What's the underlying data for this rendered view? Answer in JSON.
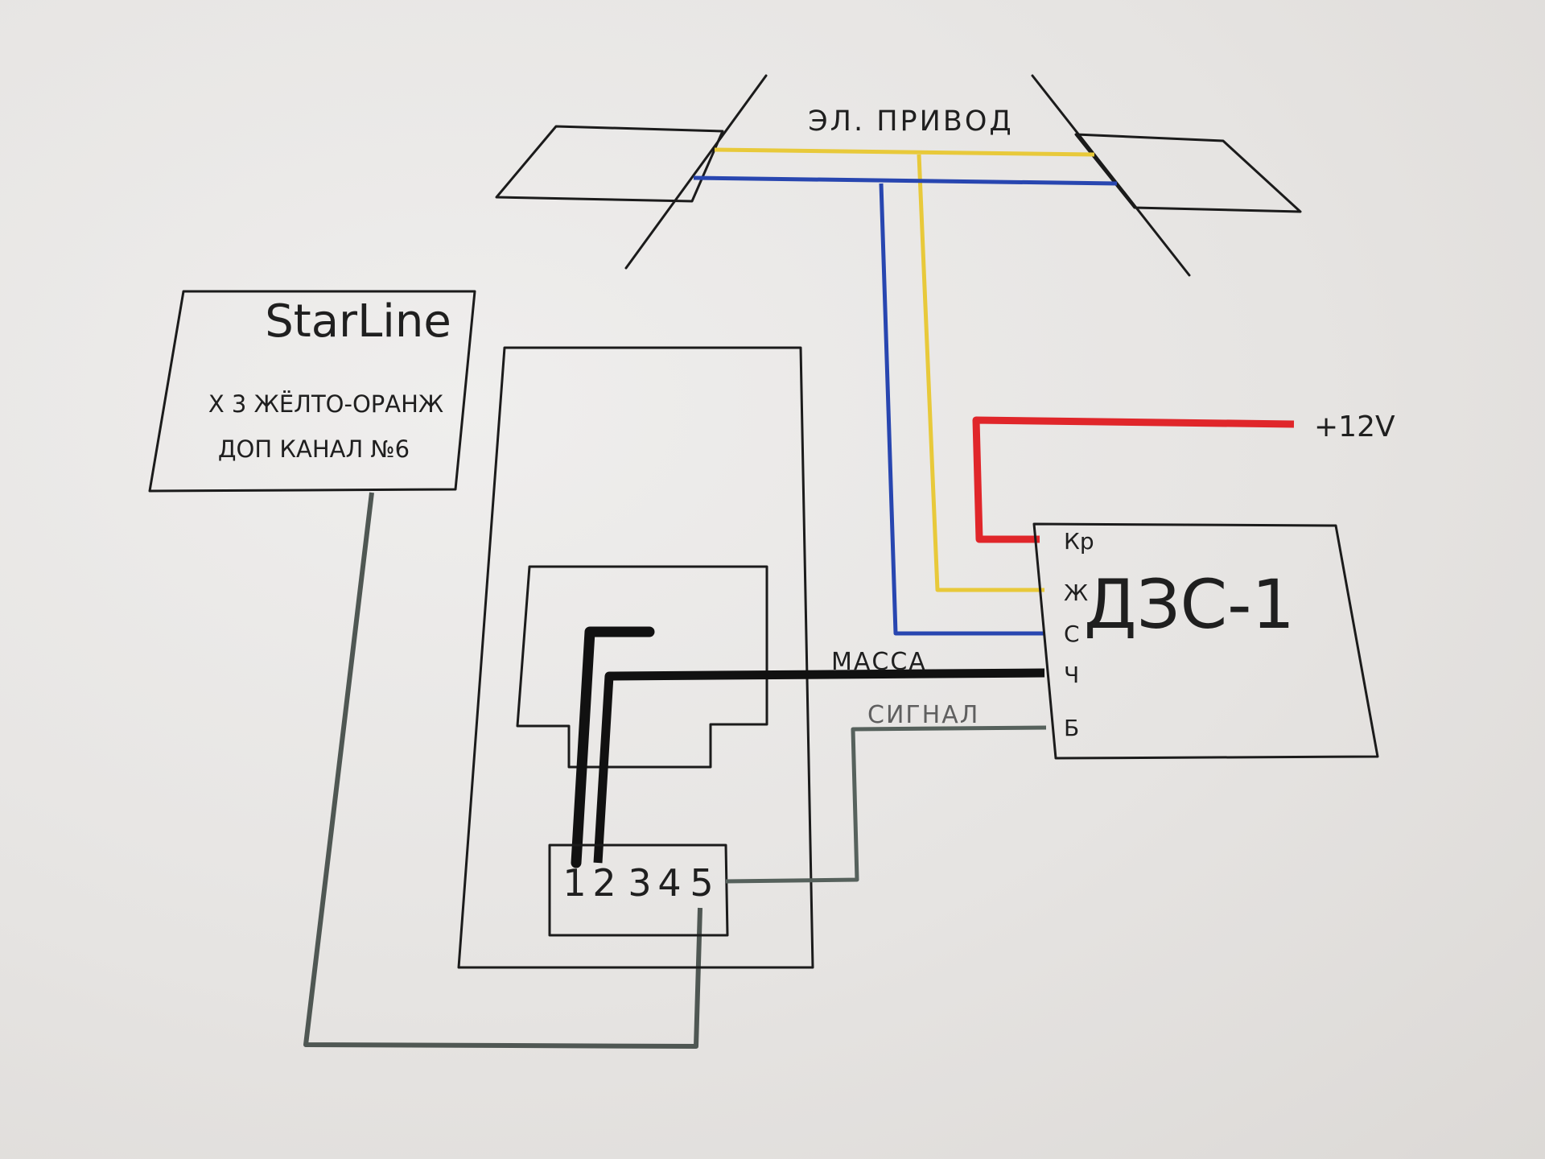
{
  "actuator": {
    "label": "ЭЛ. ПРИВОД"
  },
  "starline": {
    "title": "StarLine",
    "line1": "X 3 ЖЁЛТО-ОРАНЖ",
    "line2": "ДОП КАНАЛ №6"
  },
  "sensor": {
    "name": "ДЗС-1",
    "pins": [
      "Кр",
      "Ж",
      "С",
      "Ч",
      "Б"
    ]
  },
  "power": {
    "label": "+12V"
  },
  "wires": {
    "ground_label": "МАССА",
    "signal_label": "СИГНАЛ"
  },
  "connector": {
    "pins": [
      "1",
      "2",
      "3",
      "4",
      "5"
    ]
  },
  "colors": {
    "yellow": "#e8c93a",
    "blue": "#2846b0",
    "red": "#e0262a",
    "black": "#111111",
    "gray": "#56615c"
  }
}
